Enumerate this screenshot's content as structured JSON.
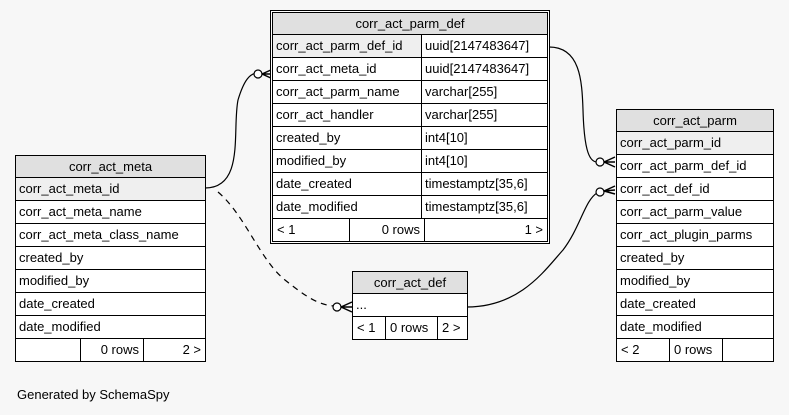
{
  "diagram": {
    "footer_text": "Generated by SchemaSpy",
    "tables": {
      "corr_act_parm_def": {
        "name": "corr_act_parm_def",
        "columns": [
          {
            "name": "corr_act_parm_def_id",
            "type": "uuid[2147483647]",
            "pk": true
          },
          {
            "name": "corr_act_meta_id",
            "type": "uuid[2147483647]"
          },
          {
            "name": "corr_act_parm_name",
            "type": "varchar[255]"
          },
          {
            "name": "corr_act_handler",
            "type": "varchar[255]"
          },
          {
            "name": "created_by",
            "type": "int4[10]"
          },
          {
            "name": "modified_by",
            "type": "int4[10]"
          },
          {
            "name": "date_created",
            "type": "timestamptz[35,6]"
          },
          {
            "name": "date_modified",
            "type": "timestamptz[35,6]"
          }
        ],
        "footer": {
          "parents": "< 1",
          "rows": "0 rows",
          "children": "1 >"
        }
      },
      "corr_act_meta": {
        "name": "corr_act_meta",
        "columns": [
          {
            "name": "corr_act_meta_id",
            "pk": true
          },
          {
            "name": "corr_act_meta_name"
          },
          {
            "name": "corr_act_meta_class_name"
          },
          {
            "name": "created_by"
          },
          {
            "name": "modified_by"
          },
          {
            "name": "date_created"
          },
          {
            "name": "date_modified"
          }
        ],
        "footer": {
          "parents": "",
          "rows": "0 rows",
          "children": "2 >"
        }
      },
      "corr_act_def": {
        "name": "corr_act_def",
        "columns": [
          {
            "name": "..."
          }
        ],
        "footer": {
          "parents": "< 1",
          "rows": "0 rows",
          "children": "2 >"
        }
      },
      "corr_act_parm": {
        "name": "corr_act_parm",
        "columns": [
          {
            "name": "corr_act_parm_id",
            "pk": true
          },
          {
            "name": "corr_act_parm_def_id"
          },
          {
            "name": "corr_act_def_id"
          },
          {
            "name": "corr_act_parm_value"
          },
          {
            "name": "corr_act_plugin_parms"
          },
          {
            "name": "created_by"
          },
          {
            "name": "modified_by"
          },
          {
            "name": "date_created"
          },
          {
            "name": "date_modified"
          }
        ],
        "footer": {
          "parents": "< 2",
          "rows": "0 rows",
          "children": ""
        }
      }
    },
    "relationships": [
      {
        "from": "corr_act_meta.corr_act_meta_id",
        "to": "corr_act_parm_def.corr_act_meta_id",
        "style": "solid"
      },
      {
        "from": "corr_act_meta.corr_act_meta_id",
        "to": "corr_act_def",
        "style": "dashed"
      },
      {
        "from": "corr_act_parm_def.corr_act_parm_def_id",
        "to": "corr_act_parm.corr_act_parm_def_id",
        "style": "solid"
      },
      {
        "from": "corr_act_def",
        "to": "corr_act_parm.corr_act_def_id",
        "style": "solid"
      }
    ]
  }
}
